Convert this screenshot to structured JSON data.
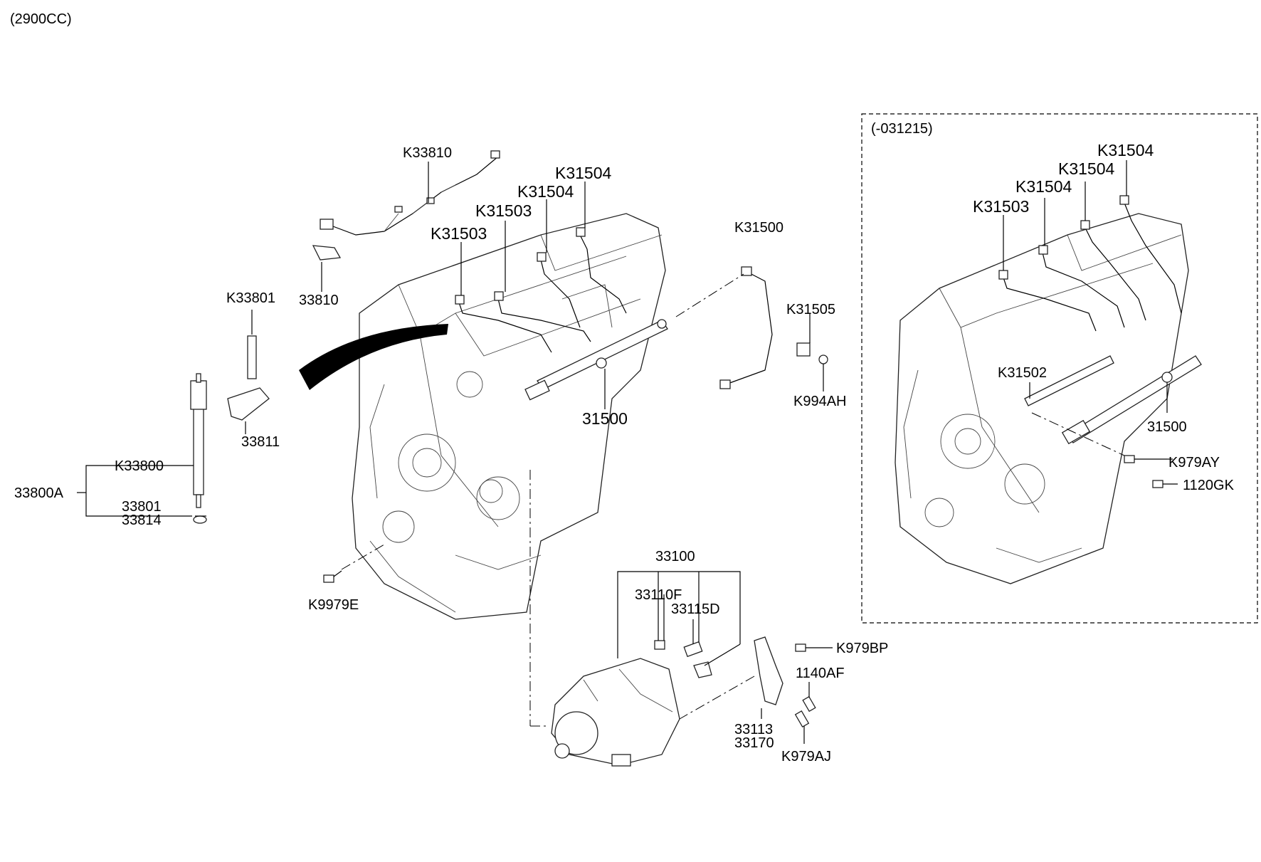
{
  "header": {
    "engine_label": "(2900CC)"
  },
  "inset": {
    "label": "(-031215)"
  },
  "parts": {
    "harness": "K33810",
    "clip": "33810",
    "bolt_injector": "K33801",
    "injector_clamp": "33811",
    "injector": "K33800",
    "injector_assy": "33800A",
    "washer_ref": "33801",
    "washer": "33814",
    "pipe_a_1": "K31503",
    "pipe_a_2": "K31503",
    "pipe_b_1": "K31504",
    "pipe_b_2": "K31504",
    "feed_pipe": "K31500",
    "clamp": "K31505",
    "nut": "K994AH",
    "rail": "31500",
    "bolt_rail": "K9979E",
    "pump": "33100",
    "pump_part_f": "33110F",
    "pump_part_d": "33115D",
    "bolt_bp": "K979BP",
    "bolt_af": "1140AF",
    "bracket_a": "33113",
    "bracket_b": "33170",
    "bolt_aj": "K979AJ",
    "inset_pipe_b_1": "K31504",
    "inset_pipe_b_2": "K31504",
    "inset_pipe_b_3": "K31504",
    "inset_pipe_a": "K31503",
    "inset_connector": "K31502",
    "inset_rail": "31500",
    "inset_bolt_ay": "K979AY",
    "inset_bolt_gk": "1120GK"
  }
}
